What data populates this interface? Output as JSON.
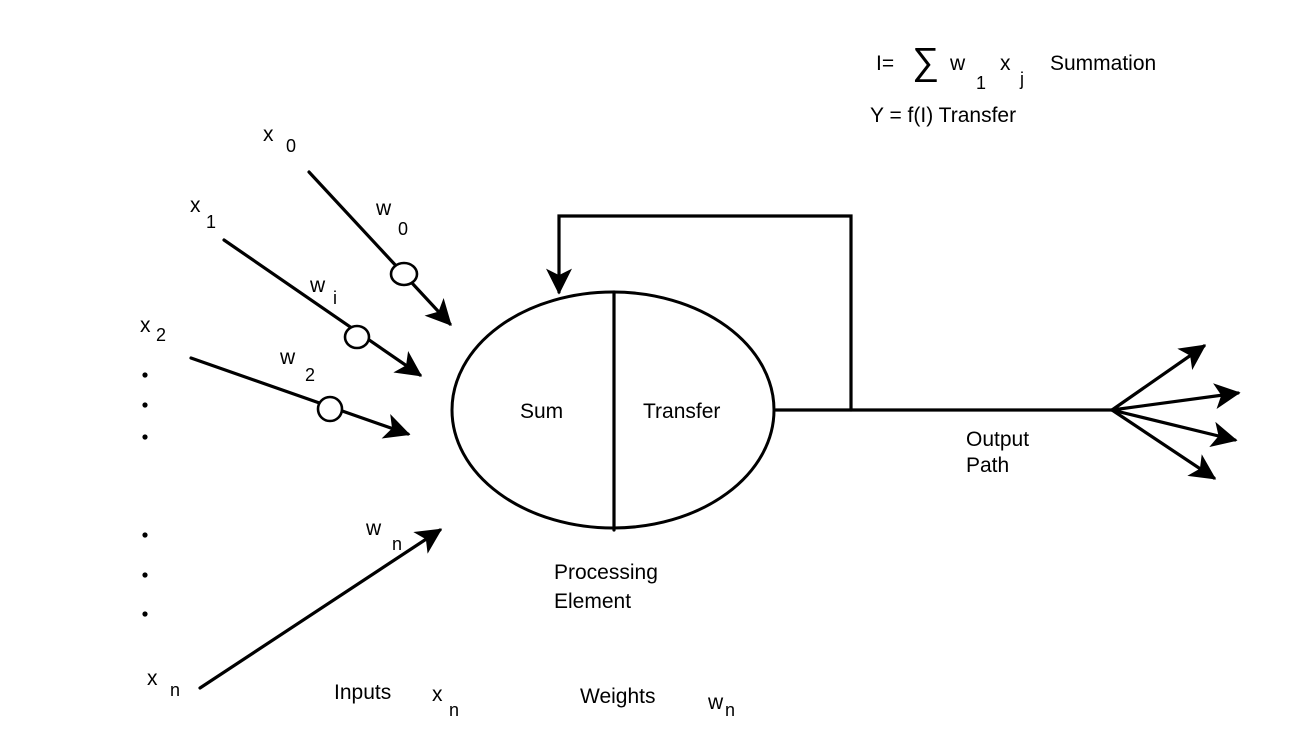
{
  "formula": {
    "summation": {
      "lhs": "I=",
      "sigma": "∑",
      "w": "w",
      "w_sub": "1",
      "x": "x",
      "x_sub": "j",
      "label": "Summation"
    },
    "transfer": "Y = f(I) Transfer"
  },
  "inputs": {
    "x0": {
      "base": "x",
      "sub": "0"
    },
    "x1": {
      "base": "x",
      "sub": "1"
    },
    "x2": {
      "base": "x",
      "sub": "2"
    },
    "xn": {
      "base": "x",
      "sub": "n"
    }
  },
  "weights": {
    "w0": {
      "base": "w",
      "sub": "0"
    },
    "wi": {
      "base": "w",
      "sub": "i"
    },
    "w2": {
      "base": "w",
      "sub": "2"
    },
    "wn": {
      "base": "w",
      "sub": "n"
    }
  },
  "element": {
    "sum": "Sum",
    "transfer": "Transfer",
    "caption_line1": "Processing",
    "caption_line2": "Element"
  },
  "output": {
    "line1": "Output",
    "line2": "Path"
  },
  "legend": {
    "inputs_label": "Inputs",
    "inputs_symbol": {
      "base": "x",
      "sub": "n"
    },
    "weights_label": "Weights",
    "weights_symbol": {
      "base": "w",
      "sub": "n"
    }
  },
  "colors": {
    "ink": "#000000",
    "background": "#ffffff"
  }
}
